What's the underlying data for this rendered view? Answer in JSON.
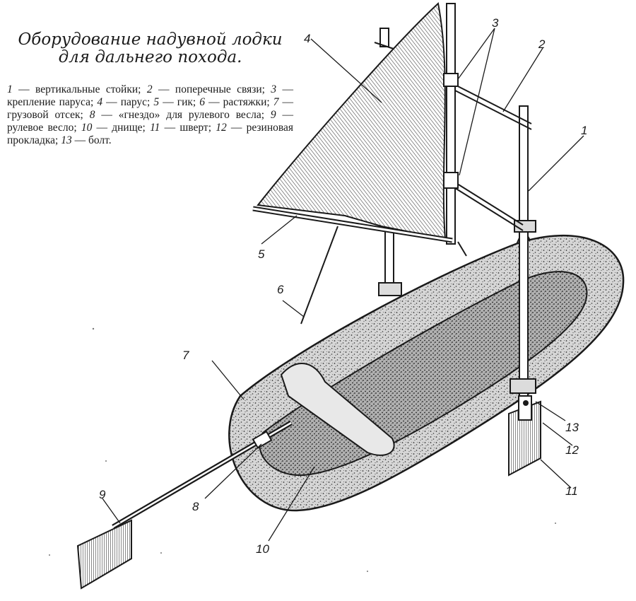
{
  "title": {
    "line1": "Оборудование надувной лодки",
    "line2": "для дальнего похода."
  },
  "legend": [
    {
      "num": "1",
      "text": "вертикальные стойки;"
    },
    {
      "num": "2",
      "text": "поперечные связи;"
    },
    {
      "num": "3",
      "text": "крепление паруса;"
    },
    {
      "num": "4",
      "text": "парус;"
    },
    {
      "num": "5",
      "text": "гик;"
    },
    {
      "num": "6",
      "text": "растяжки;"
    },
    {
      "num": "7",
      "text": "грузовой отсек;"
    },
    {
      "num": "8",
      "text": "«гнездо» для рулевого весла;"
    },
    {
      "num": "9",
      "text": "рулевое весло;"
    },
    {
      "num": "10",
      "text": "днище;"
    },
    {
      "num": "11",
      "text": "шверт;"
    },
    {
      "num": "12",
      "text": "резиновая прокладка;"
    },
    {
      "num": "13",
      "text": "болт."
    }
  ],
  "callouts": {
    "c1": "1",
    "c2": "2",
    "c3": "3",
    "c4": "4",
    "c5": "5",
    "c6": "6",
    "c7": "7",
    "c8": "8",
    "c9": "9",
    "c10": "10",
    "c11": "11",
    "c12": "12",
    "c13": "13"
  },
  "colors": {
    "ink": "#1a1a1a",
    "paper": "#ffffff",
    "fill": "#9a9a9a"
  }
}
